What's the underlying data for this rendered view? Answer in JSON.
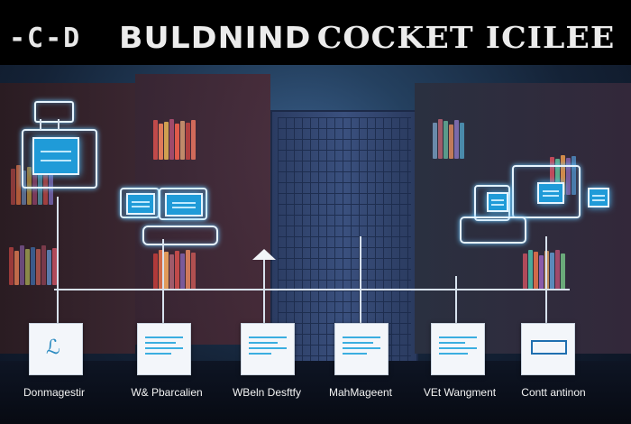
{
  "banner": {
    "logo_text": "-C-D",
    "title_part1": "BULDNIND",
    "title_part2": "COCKET ICILEE"
  },
  "modules": [
    {
      "label": "Donmagestir",
      "icon": "chart-card-icon"
    },
    {
      "label": "W& Pbarcalien",
      "icon": "list-card-icon"
    },
    {
      "label": "WBeln Desftfy",
      "icon": "list-card-icon"
    },
    {
      "label": "MahMageent",
      "icon": "list-card-icon"
    },
    {
      "label": "VEt Wangment",
      "icon": "list-card-icon"
    },
    {
      "label": "Contt antinon",
      "icon": "device-card-icon"
    }
  ],
  "colors": {
    "accent_blue": "#3aaee0",
    "glow": "#6cc8ff",
    "banner_bg": "#000000"
  }
}
